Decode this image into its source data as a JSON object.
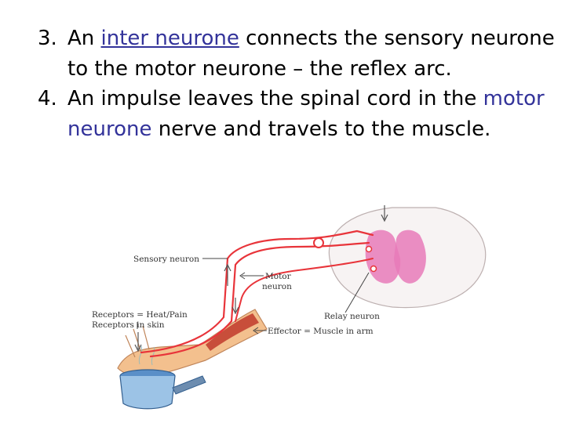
{
  "slide": {
    "point3": {
      "number": "3.",
      "pre": "An ",
      "highlight": "inter neurone",
      "post": " connects the sensory neurone to the motor neurone – the reflex arc."
    },
    "point4": {
      "number": "4.",
      "pre": "An impulse leaves the spinal cord in the ",
      "highlight": "motor neurone",
      "post": " nerve and travels to the muscle."
    },
    "highlight_color": "#33339a"
  },
  "diagram": {
    "labels": {
      "sensory_neuron": "Sensory neuron",
      "motor_neuron_line1": "Motor",
      "motor_neuron_line2": "neuron",
      "receptors_line1": "Receptors = Heat/Pain",
      "receptors_line2": "Receptors in skin",
      "relay_neuron": "Relay neuron",
      "effector": "Effector = Muscle in arm"
    },
    "nerve_color": "#e8343a",
    "cord_color": "#e87ab8",
    "skin_color": "#f3c08e"
  }
}
